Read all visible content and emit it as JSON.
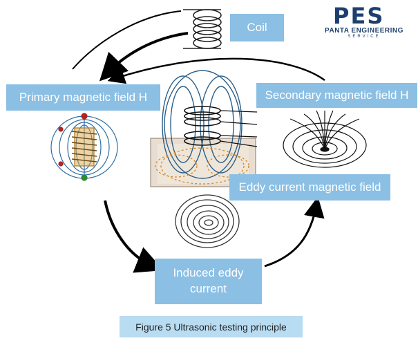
{
  "logo": {
    "mark": "PES",
    "company": "PANTA ENGINEERING",
    "tagline": "SERVICE",
    "color": "#1d3f6e"
  },
  "labels": {
    "coil": "Coil",
    "primary_field": "Primary magnetic field H",
    "secondary_field": "Secondary magnetic field H",
    "eddy_field": "Eddy current magnetic field",
    "induced_line1": "Induced eddy",
    "induced_line2": "current"
  },
  "caption": "Figure 5 Ultrasonic testing principle",
  "colors": {
    "label_bg": "#8bbfe3",
    "caption_bg": "#b8dcf2",
    "arrow": "#000000"
  }
}
